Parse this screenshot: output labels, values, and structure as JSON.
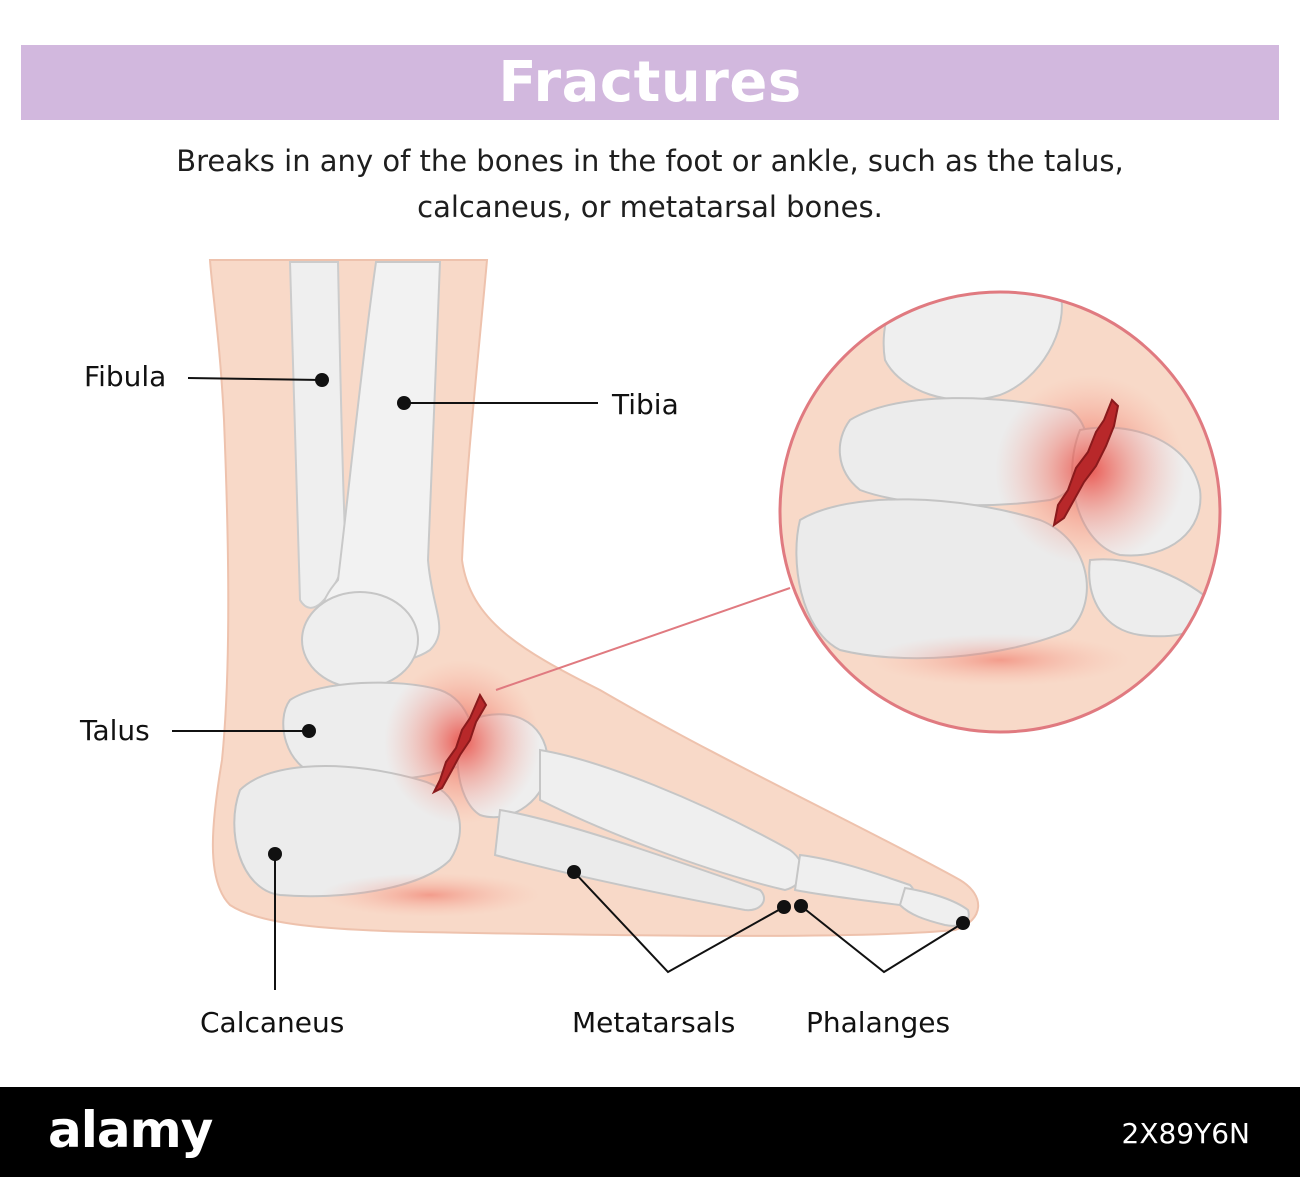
{
  "title": "Fractures",
  "subtitle_line1": "Breaks in any of the bones in the foot or ankle, such as the talus,",
  "subtitle_line2": "calcaneus, or metatarsal bones.",
  "labels": {
    "fibula": "Fibula",
    "tibia": "Tibia",
    "talus": "Talus",
    "calcaneus": "Calcaneus",
    "metatarsals": "Metatarsals",
    "phalanges": "Phalanges"
  },
  "watermark": {
    "brand": "alamy",
    "image_code": "2X89Y6N"
  },
  "colors": {
    "title_bar": "#d2b8de",
    "skin": "#f8d9c8",
    "bone": "#ececec",
    "fracture": "#b8282a",
    "glow": "#e8403a",
    "callout_ring": "#e07a80"
  }
}
